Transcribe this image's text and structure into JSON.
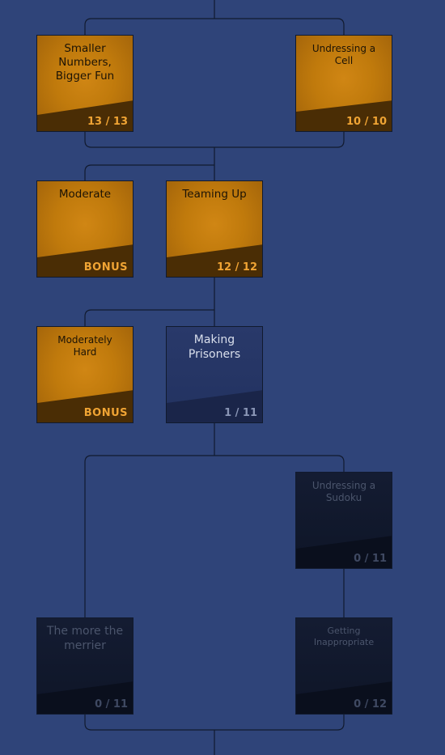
{
  "theme": {
    "background": "#2f4479",
    "done_fill": "#c07a0c",
    "done_band": "#4a2d05",
    "progress_fill": "#25356a",
    "progress_band": "#1a2549",
    "locked_fill": "#121a30",
    "locked_band": "#0a0f1d",
    "line": "#111a2e"
  },
  "puzzles": [
    {
      "title": "Smaller Numbers, Bigger Fun",
      "count": "13 / 13",
      "status": "completed"
    },
    {
      "title": "Undressing a Cell",
      "count": "10 / 10",
      "status": "completed"
    },
    {
      "title": "Moderate",
      "count": "BONUS",
      "status": "completed"
    },
    {
      "title": "Teaming Up",
      "count": "12 / 12",
      "status": "completed"
    },
    {
      "title": "Moderately Hard",
      "count": "BONUS",
      "status": "completed"
    },
    {
      "title": "Making Prisoners",
      "count": "1 / 11",
      "status": "in-progress"
    },
    {
      "title": "Undressing a Sudoku",
      "count": "0 / 11",
      "status": "locked"
    },
    {
      "title": "The more the merrier",
      "count": "0 / 11",
      "status": "locked"
    },
    {
      "title": "Getting Inappropriate",
      "count": "0 / 12",
      "status": "locked"
    }
  ]
}
